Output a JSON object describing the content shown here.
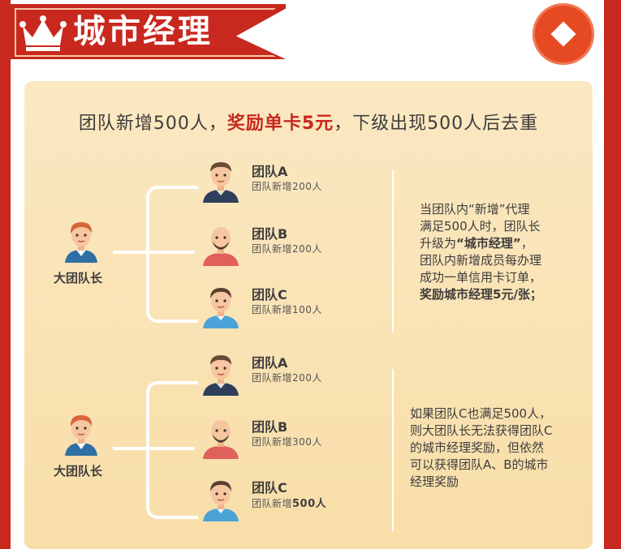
{
  "header": {
    "title": "城市经理"
  },
  "headline": {
    "prefix": "团队新增500人，",
    "highlight": "奖励单卡5元",
    "suffix": "，下级出现500人后去重"
  },
  "groups": [
    {
      "leader": "大团队长",
      "teams": [
        {
          "name": "团队A",
          "count_prefix": "团队新增",
          "count": "200人"
        },
        {
          "name": "团队B",
          "count_prefix": "团队新增",
          "count": "200人"
        },
        {
          "name": "团队C",
          "count_prefix": "团队新增",
          "count": "100人"
        }
      ],
      "description": [
        "当团队内“新增”代理",
        "满足500人时，团队长",
        "升级为",
        "“城市经理”",
        "，",
        "团队内新增成员每办理",
        "成功一单信用卡订单，",
        "奖励城市经理5元/张；"
      ]
    },
    {
      "leader": "大团队长",
      "teams": [
        {
          "name": "团队A",
          "count_prefix": "团队新增",
          "count": "200人"
        },
        {
          "name": "团队B",
          "count_prefix": "团队新增",
          "count": "300人"
        },
        {
          "name": "团队C",
          "count_prefix": "团队新增",
          "count": "500人"
        }
      ],
      "description": [
        "如果团队C也满足500人，",
        "则大团队长无法获得团队C",
        "的城市经理奖励，但依然",
        "可以获得团队A、B的城市",
        "经理奖励"
      ]
    }
  ],
  "colors": {
    "brand_red": "#c8281e",
    "panel": "#fbe8c2",
    "corner_button": "#e64a22"
  },
  "icons": {
    "crown": "crown-icon",
    "corner": "diamond-icon",
    "avatar": "person-avatar-icon"
  }
}
